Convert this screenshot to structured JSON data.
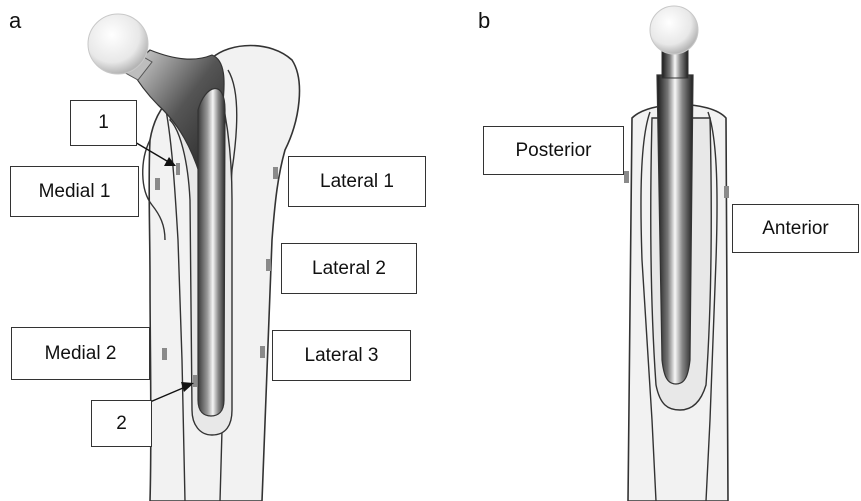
{
  "panels": {
    "a": {
      "letter": "a",
      "labels": {
        "gauge_1": "1",
        "gauge_2": "2",
        "medial_1": "Medial 1",
        "medial_2": "Medial 2",
        "lateral_1": "Lateral 1",
        "lateral_2": "Lateral 2",
        "lateral_3": "Lateral 3"
      }
    },
    "b": {
      "letter": "b",
      "labels": {
        "posterior": "Posterior",
        "anterior": "Anterior"
      }
    }
  },
  "colors": {
    "outline": "#333333",
    "bone_fill": "#f2f2f2",
    "cement_fill": "#e8e8e8",
    "gauge_marker": "#8a8a8a",
    "implant_dark": "#2a2a2a",
    "implant_light": "#f5f5f5"
  }
}
